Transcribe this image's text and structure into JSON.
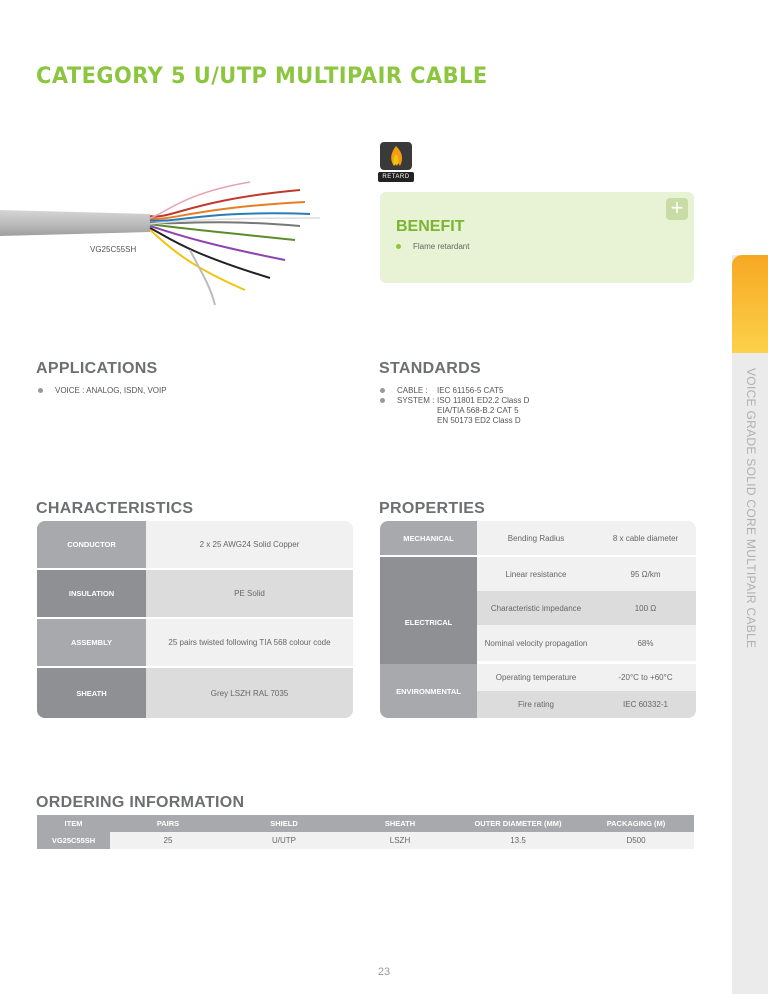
{
  "title": "CATEGORY 5 U/UTP MULTIPAIR CABLE",
  "cable_caption": "VG25C55SH",
  "badge": {
    "icon": "flame-retardant-icon",
    "label": "RETARD"
  },
  "benefit": {
    "title": "BENEFIT",
    "items": [
      "Flame retardant"
    ],
    "plus_symbol": "+"
  },
  "applications": {
    "heading": "APPLICATIONS",
    "items": [
      "VOICE : ANALOG, ISDN, VOIP"
    ]
  },
  "standards": {
    "heading": "STANDARDS",
    "lines": [
      {
        "label": "CABLE :",
        "values": [
          "IEC 61156-5 CAT5"
        ]
      },
      {
        "label": "SYSTEM :",
        "values": [
          "ISO 11801 ED2.2 Class D",
          "EIA/TIA 568-B.2 CAT 5",
          "EN 50173 ED2 Class D"
        ]
      }
    ]
  },
  "characteristics": {
    "heading": "CHARACTERISTICS",
    "rows": [
      {
        "label": "CONDUCTOR",
        "value": "2 x 25 AWG24 Solid Copper"
      },
      {
        "label": "INSULATION",
        "value": "PE Solid"
      },
      {
        "label": "ASSEMBLY",
        "value": "25 pairs twisted following TIA 568 colour code"
      },
      {
        "label": "SHEATH",
        "value": "Grey LSZH RAL 7035"
      }
    ]
  },
  "properties": {
    "heading": "PROPERTIES",
    "categories": [
      "MECHANICAL",
      "ELECTRICAL",
      "ENVIRONMENTAL"
    ],
    "rows": [
      {
        "name": "Bending Radius",
        "value": "8 x cable diameter"
      },
      {
        "name": "Linear resistance",
        "value": "95 Ω/km"
      },
      {
        "name": "Characteristic impedance",
        "value": "100 Ω"
      },
      {
        "name": "Nominal velocity propagation",
        "value": "68%"
      },
      {
        "name": "Operating temperature",
        "value": "-20°C to +60°C"
      },
      {
        "name": "Fire rating",
        "value": "IEC 60332-1"
      }
    ]
  },
  "ordering": {
    "heading": "ORDERING INFORMATION",
    "columns": [
      "ITEM",
      "PAIRS",
      "SHIELD",
      "SHEATH",
      "OUTER DIAMETER (MM)",
      "PACKAGING (M)"
    ],
    "rows": [
      [
        "VG25C55SH",
        "25",
        "U/UTP",
        "LSZH",
        "13.5",
        "D500"
      ]
    ]
  },
  "side_tab_text": "VOICE GRADE SOLID CORE MULTIPAIR CABLE",
  "page_number": "23",
  "colors": {
    "accent_green": "#8cc63f",
    "benefit_bg": "#e8f2d4",
    "label_dark": "#a7a9ac",
    "label_mid": "#a7a9ac",
    "row_light": "#f1f1f1",
    "row_shade": "#dcdcdc",
    "tab_orange": "#f7a823"
  }
}
